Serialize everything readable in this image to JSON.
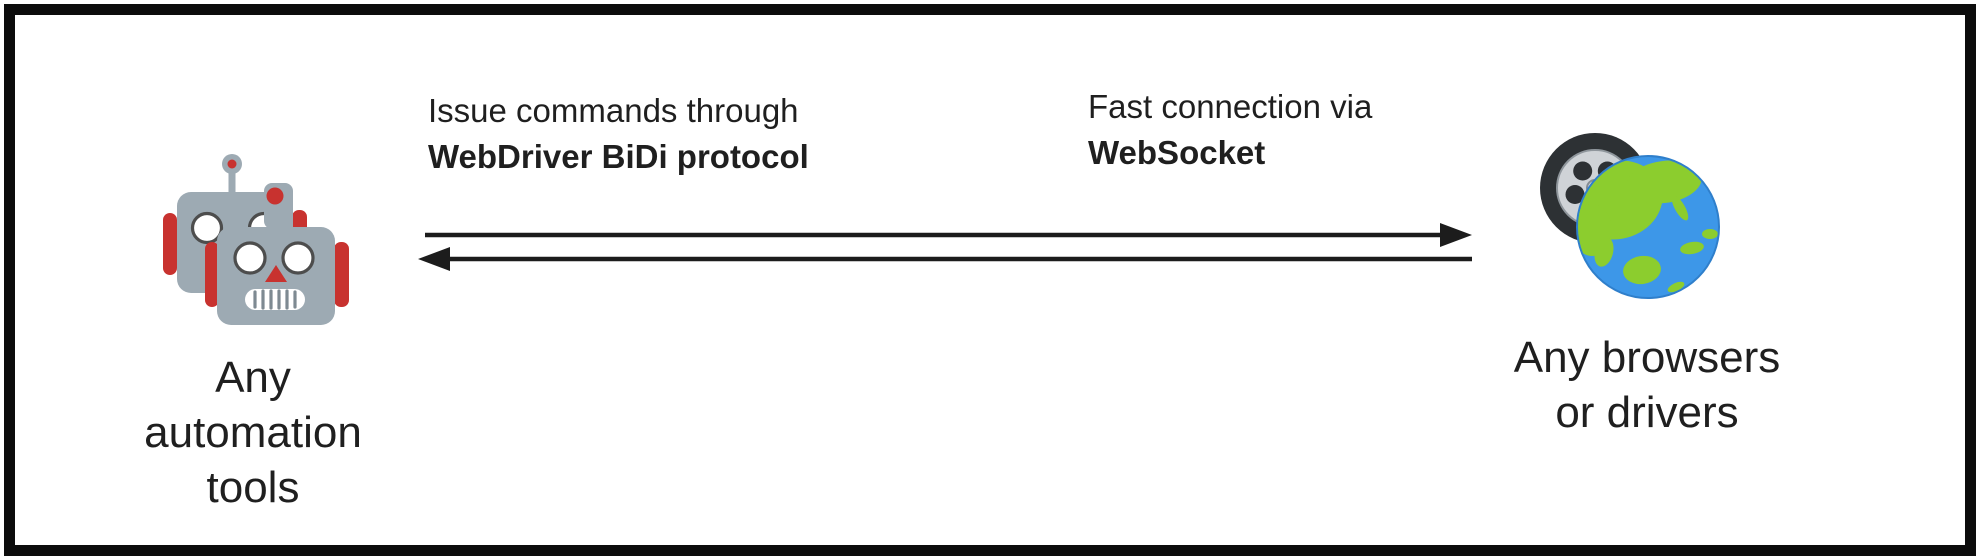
{
  "diagram": {
    "left_node": {
      "icon": "robot-icon",
      "label_lines": [
        "Any",
        "automation",
        "tools"
      ]
    },
    "right_node": {
      "icon": "wheel-globe-icon",
      "label_lines": [
        "Any browsers",
        "or drivers"
      ]
    },
    "connection_labels": {
      "bidi": {
        "regular": "Issue commands through",
        "bold": "WebDriver BiDi protocol"
      },
      "websocket": {
        "regular": "Fast connection via",
        "bold": "WebSocket"
      }
    },
    "arrows": {
      "top_direction": "left-to-right",
      "bottom_direction": "right-to-left"
    },
    "colors": {
      "frame_border": "#0c0c0c",
      "background": "#ffffff",
      "text": "#1f1f1f",
      "arrow": "#1c1c1c",
      "robot_grey": "#9daab3",
      "robot_red": "#c8322f",
      "globe_ocean": "#3d97e8",
      "globe_land": "#8ccd2e",
      "tire": "#2d3134",
      "rim": "#cfd3d7"
    }
  }
}
